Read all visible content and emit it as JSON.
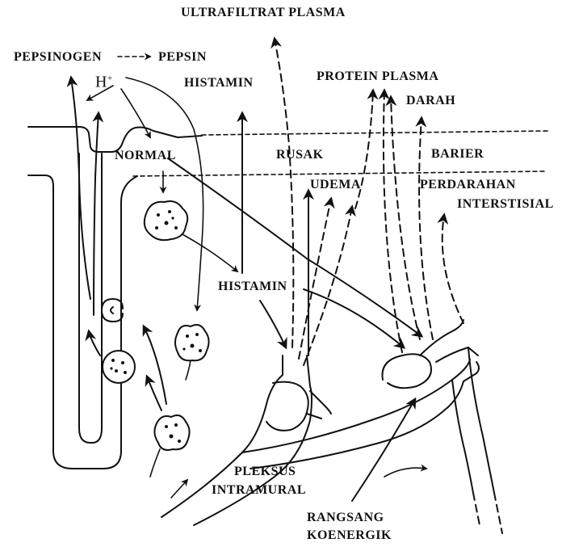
{
  "labels": {
    "ultrafiltrat": "ULTRAFILTRAT PLASMA",
    "pepsinogen": "PEPSINOGEN",
    "pepsin": "PEPSIN",
    "h_ion": "H",
    "h_sup": "+",
    "histamin_top": "HISTAMIN",
    "protein_plasma": "PROTEIN PLASMA",
    "darah": "DARAH",
    "normal": "NORMAL",
    "rusak": "RUSAK",
    "barier": "BARIER",
    "udema": "UDEMA",
    "perdarahan": "PERDARAHAN",
    "interstisial": "INTERSTISIAL",
    "histamin_mid": "HISTAMIN",
    "pleksus": "PLEKSUS",
    "intramural": "INTRAMURAL",
    "rangsang": "RANGSANG",
    "koenergik": "KOENERGIK"
  }
}
